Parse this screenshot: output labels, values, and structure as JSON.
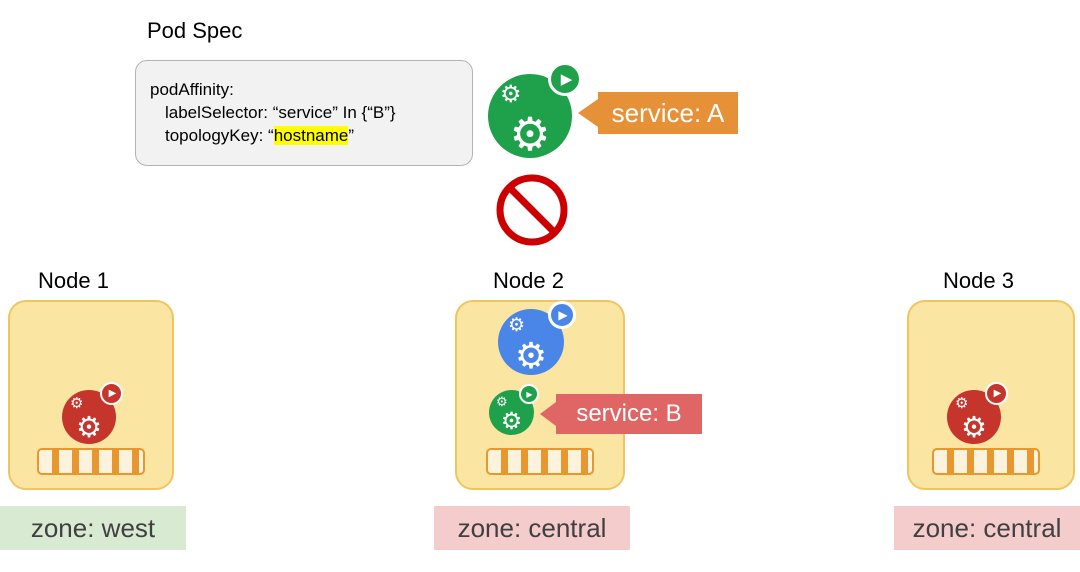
{
  "pod_spec": {
    "title": "Pod Spec",
    "code": {
      "line1": "podAffinity:",
      "line2": "labelSelector: “service” In {“B”}",
      "line3_prefix": "topologyKey: “",
      "line3_highlight": "hostname",
      "line3_suffix": "”"
    }
  },
  "tags": {
    "service_a": "service: A",
    "service_b": "service: B"
  },
  "nodes": [
    {
      "title": "Node 1",
      "zone": "zone: west"
    },
    {
      "title": "Node 2",
      "zone": "zone: central"
    },
    {
      "title": "Node 3",
      "zone": "zone: central"
    }
  ],
  "icons": {
    "gear": "⚙",
    "play": "▶",
    "prohibited": "no-entry-sign"
  },
  "colors": {
    "pod_green": "#1fa14b",
    "pod_red": "#c5352b",
    "pod_blue": "#4a86e8",
    "tag_orange": "#e69138",
    "tag_red": "#e06666",
    "zone_green_bg": "#d9ead3",
    "zone_pink_bg": "#f4cccc",
    "node_bg": "#fbe5a3",
    "node_border": "#f0c55f",
    "bar_orange": "#e8962e",
    "prohibit_red": "#cc0000",
    "highlight_yellow": "#ffff00",
    "spec_bg": "#f2f2f2",
    "spec_border": "#b3b3b3"
  }
}
